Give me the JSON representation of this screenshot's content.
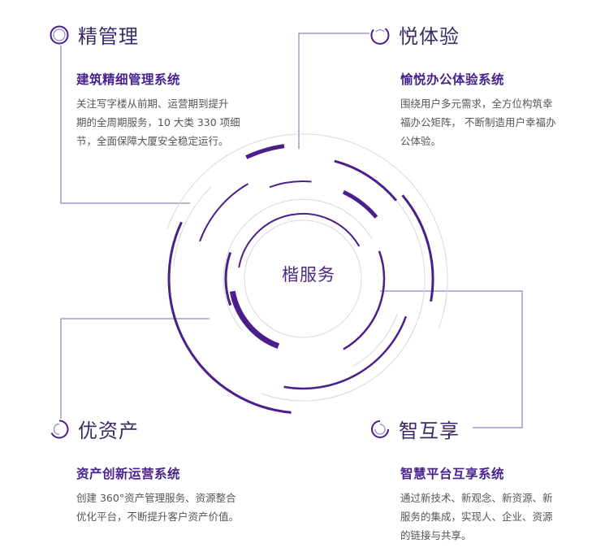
{
  "center": {
    "label": "楷服务"
  },
  "blocks": [
    {
      "id": "jing",
      "title": "精管理",
      "subtitle": "建筑精细管理系统",
      "desc": "关注写字楼从前期、运营期到提升\n期的全周期服务，10 大类 330 项细\n节，全面保障大厦安全稳定运行。",
      "icon": "ring-icon"
    },
    {
      "id": "yue",
      "title": "悦体验",
      "subtitle": "愉悦办公体验系统",
      "desc": "围绕用户多元需求，全方位构筑幸\n福办公矩阵， 不断制造用户幸福办\n公体验。",
      "icon": "open-ring-icon"
    },
    {
      "id": "you",
      "title": "优资产",
      "subtitle": "资产创新运营系统",
      "desc": "创建 360°资产管理服务、资源整合\n优化平台，不断提升客户资产价值。",
      "icon": "partial-ring-icon"
    },
    {
      "id": "zhi",
      "title": "智互享",
      "subtitle": "智慧平台互享系统",
      "desc": "通过新技术、新观念、新资源、新\n服务的集成，实现人、企业、资源\n的链接与共享。",
      "icon": "swirl-ring-icon"
    }
  ],
  "colors": {
    "primary": "#4a1f8c",
    "line": "#7a64b0",
    "light": "#d8d6e4",
    "text": "#555555"
  }
}
